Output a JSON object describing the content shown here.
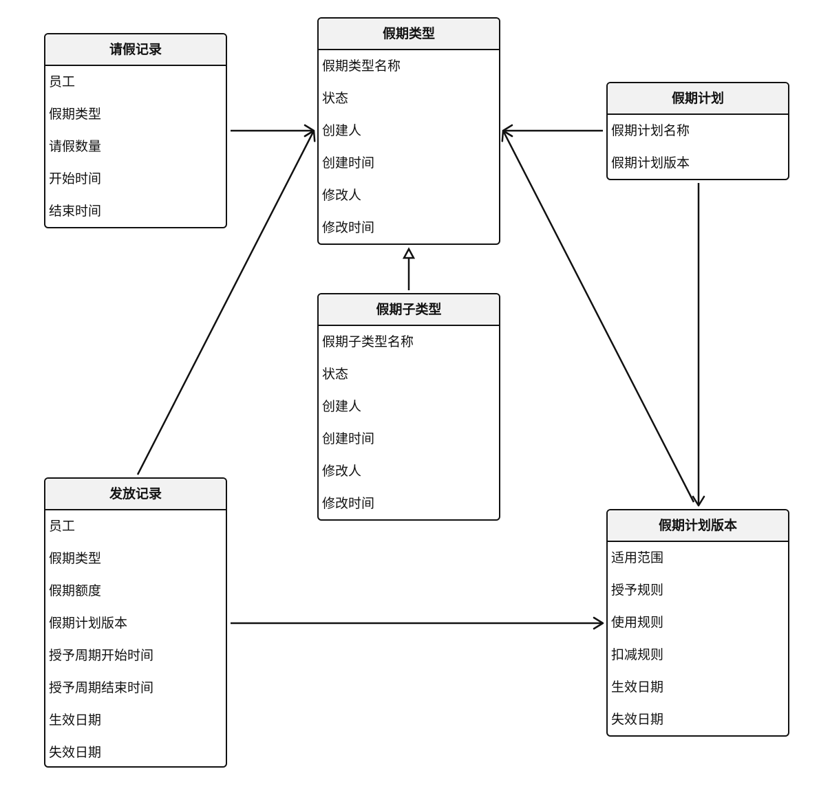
{
  "entities": {
    "leave_record": {
      "title": "请假记录",
      "fields": [
        "员工",
        "假期类型",
        "请假数量",
        "开始时间",
        "结束时间"
      ]
    },
    "leave_type": {
      "title": "假期类型",
      "fields": [
        "假期类型名称",
        "状态",
        "创建人",
        "创建时间",
        "修改人",
        "修改时间"
      ]
    },
    "leave_plan": {
      "title": "假期计划",
      "fields": [
        "假期计划名称",
        "假期计划版本"
      ]
    },
    "leave_subtype": {
      "title": "假期子类型",
      "fields": [
        "假期子类型名称",
        "状态",
        "创建人",
        "创建时间",
        "修改人",
        "修改时间"
      ]
    },
    "grant_record": {
      "title": "发放记录",
      "fields": [
        "员工",
        "假期类型",
        "假期额度",
        "假期计划版本",
        "授予周期开始时间",
        "授予周期结束时间",
        "生效日期",
        "失效日期"
      ]
    },
    "leave_plan_version": {
      "title": "假期计划版本",
      "fields": [
        "适用范围",
        "授予规则",
        "使用规则",
        "扣减规则",
        "生效日期",
        "失效日期"
      ]
    }
  },
  "colors": {
    "stroke": "#111111",
    "header_background": "#f2f2f2",
    "background": "#ffffff"
  },
  "relations": [
    {
      "from": "leave_record",
      "to": "leave_type",
      "style": "open-arrow"
    },
    {
      "from": "grant_record",
      "to": "leave_type",
      "style": "open-arrow"
    },
    {
      "from": "leave_plan",
      "to": "leave_type",
      "style": "open-arrow"
    },
    {
      "from": "leave_plan_version",
      "to": "leave_type",
      "style": "open-arrow"
    },
    {
      "from": "leave_subtype",
      "to": "leave_type",
      "style": "hollow-triangle"
    },
    {
      "from": "leave_plan",
      "to": "leave_plan_version",
      "style": "open-arrow"
    },
    {
      "from": "grant_record",
      "to": "leave_plan_version",
      "style": "open-arrow"
    }
  ]
}
